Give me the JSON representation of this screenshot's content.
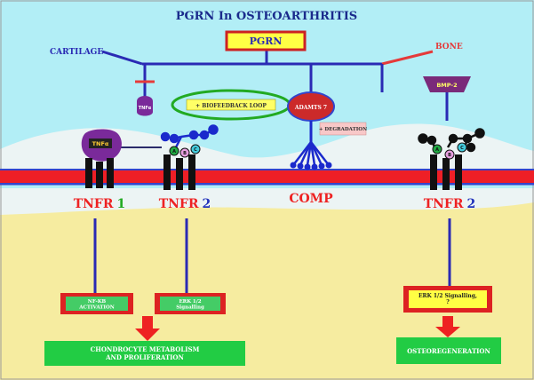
{
  "title": "PGRN In OSTEOARTHRITIS",
  "labels": {
    "pgrn": "PGRN",
    "cartilage": "CARTILAGE",
    "bone": "BONE",
    "bmp2": "BMP-2",
    "tnf_small": "TNFα",
    "tnf_receptor_ligand": "TNFα",
    "biofeedback": "+ BIOFEEDBACK LOOP",
    "adamts": "ADAMTS 7",
    "degradation": "+ DEGRADATION",
    "comp": "COMP",
    "nfkb": "NF-KB ACTIVATION",
    "erk_left": "ERK 1/2 Signalling",
    "erk_right": "ERK 1/2 Signalling, ?",
    "chondrocyte": "CHONDROCYTE METABOLISM AND PROLIFERATION",
    "osteoregen": "OSTEOREGENERATION"
  },
  "receptors": {
    "tnfr1": {
      "name": "TNFR",
      "num": "1"
    },
    "tnfr2_left": {
      "name": "TNFR",
      "num": "2"
    },
    "tnfr2_right": {
      "name": "TNFR",
      "num": "2"
    }
  },
  "subunit_letters": {
    "a": "A",
    "b": "B",
    "c": "C"
  },
  "colors": {
    "sky": "#b2eef6",
    "cartilage": "#ecf4f4",
    "membrane_red": "#ee1f26",
    "membrane_blue": "#3344cc",
    "bone": "#f6eca0",
    "title": "#1a2a8c",
    "line_blue": "#2a2ab4",
    "line_red": "#e53a3a",
    "pgrn_fill": "#ffff44",
    "receptor": "#111111",
    "tnf_purple": "#7a2a9a",
    "bmp_purple": "#7a2a7a",
    "adamts_red": "#cc2a2a",
    "chain_blue": "#1a2acc",
    "green_box": "#22cc44",
    "arrow_red": "#ee2222",
    "tnfr_red": "#ee2222",
    "tnfr_green": "#22aa22",
    "tnfr_blue": "#2233bb"
  }
}
